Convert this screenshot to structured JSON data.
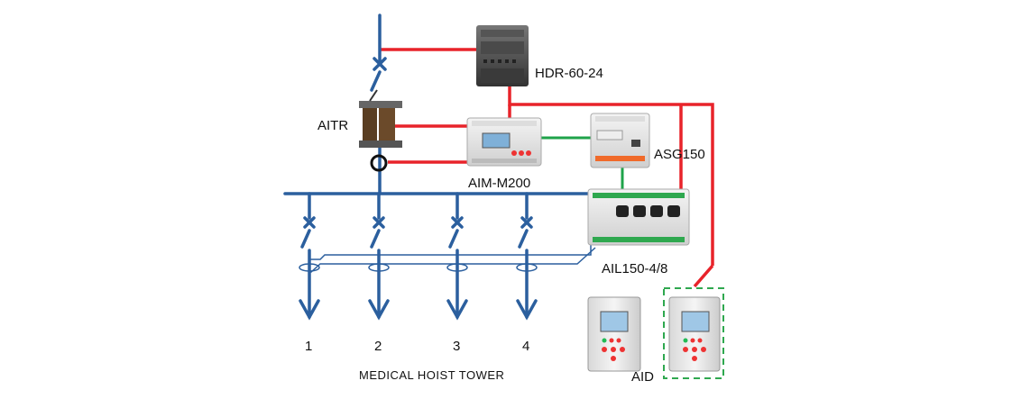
{
  "devices": {
    "power_supply": "HDR-60-24",
    "transformer": "AITR",
    "monitor": "AIM-M200",
    "signal_generator": "ASG150",
    "locator": "AIL150-4/8",
    "display": "AID"
  },
  "feeders": [
    "1",
    "2",
    "3",
    "4"
  ],
  "caption": "MEDICAL HOIST TOWER",
  "colors": {
    "bus": "#2b5f9e",
    "power_wire": "#e8232a",
    "comm_wire": "#1fa34a",
    "aid_border": "#2fa84f"
  }
}
